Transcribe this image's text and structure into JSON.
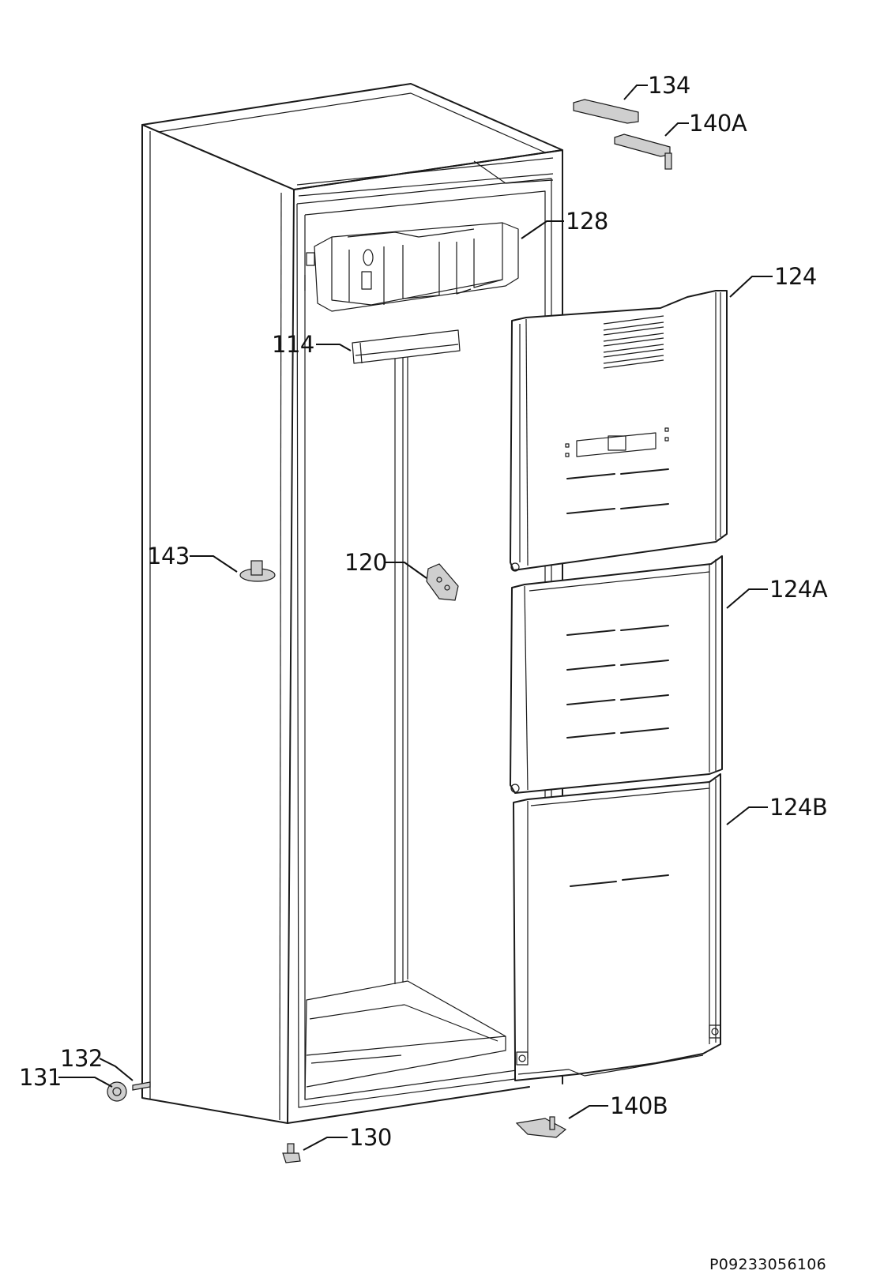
{
  "labels": {
    "l134": "134",
    "l140A": "140A",
    "l128": "128",
    "l124": "124",
    "l114": "114",
    "l143": "143",
    "l120": "120",
    "l124A": "124A",
    "l124B": "124B",
    "l132": "132",
    "l131": "131",
    "l140B": "140B",
    "l130": "130"
  },
  "drawing_code": "P09233056106"
}
